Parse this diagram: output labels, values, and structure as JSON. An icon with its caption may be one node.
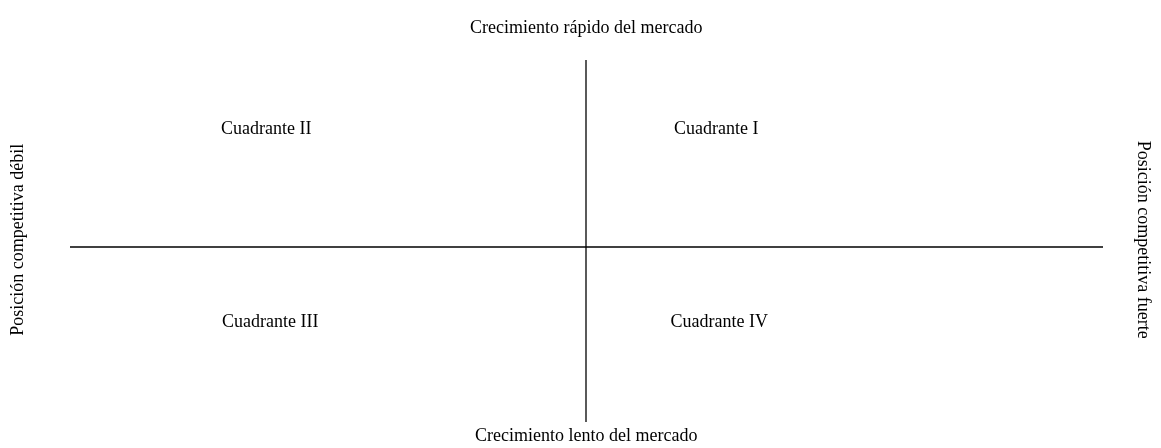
{
  "diagram": {
    "labels": [
      "Crecimiento rápido del mercado",
      "Posición competitiva débil",
      "Cuadrante II",
      "Cuadrante I",
      "Posición competitiva fuerte",
      "Cuadrante III",
      "Cuadrante IV",
      "Crecimiento lento del mercado"
    ]
  }
}
